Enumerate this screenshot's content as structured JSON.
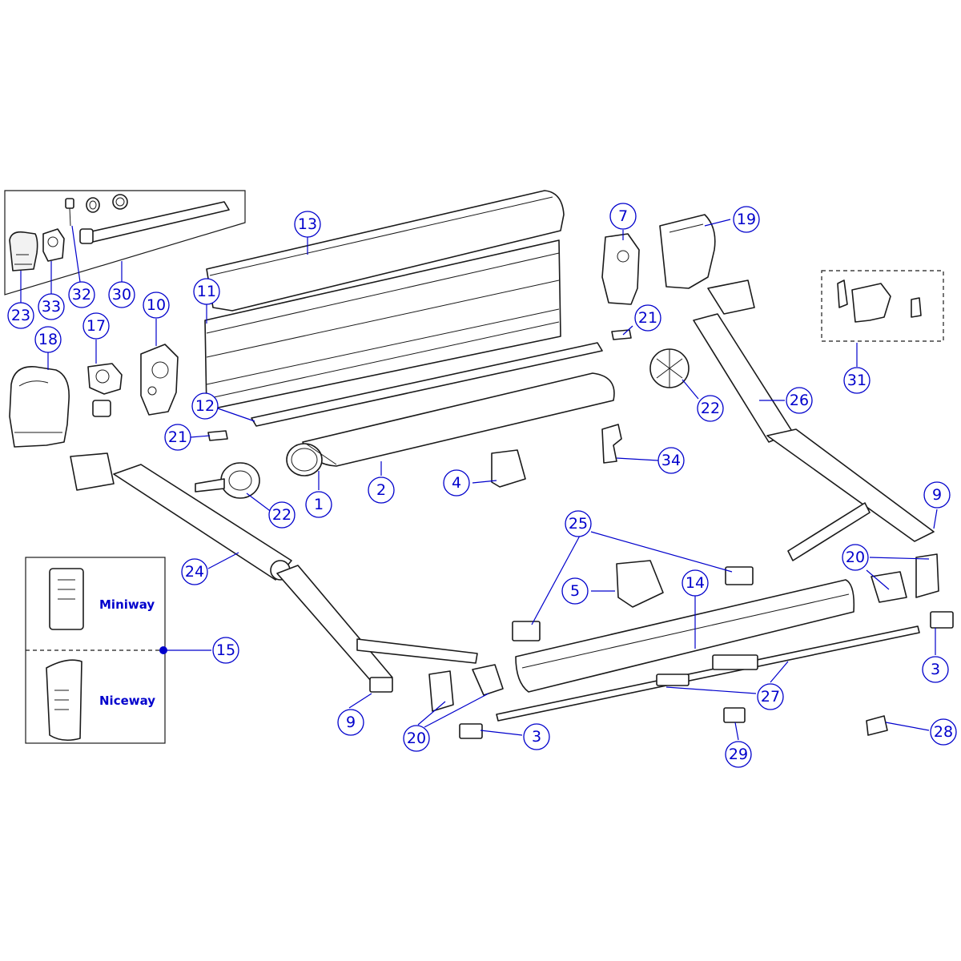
{
  "callouts": {
    "c1": "1",
    "c2": "2",
    "c3a": "3",
    "c3b": "3",
    "c4": "4",
    "c5": "5",
    "c7": "7",
    "c9a": "9",
    "c9b": "9",
    "c10": "10",
    "c11": "11",
    "c12": "12",
    "c13": "13",
    "c14": "14",
    "c15": "15",
    "c17": "17",
    "c18": "18",
    "c19": "19",
    "c20a": "20",
    "c20b": "20",
    "c21a": "21",
    "c21b": "21",
    "c22a": "22",
    "c22b": "22",
    "c23": "23",
    "c24": "24",
    "c25": "25",
    "c26": "26",
    "c27": "27",
    "c28": "28",
    "c29": "29",
    "c30": "30",
    "c31": "31",
    "c32": "32",
    "c33": "33",
    "c34": "34"
  },
  "remote_panel": {
    "miniway_label": "Miniway",
    "niceway_label": "Niceway"
  },
  "colors": {
    "accent": "#0000cc",
    "line": "#1a1a1a"
  }
}
